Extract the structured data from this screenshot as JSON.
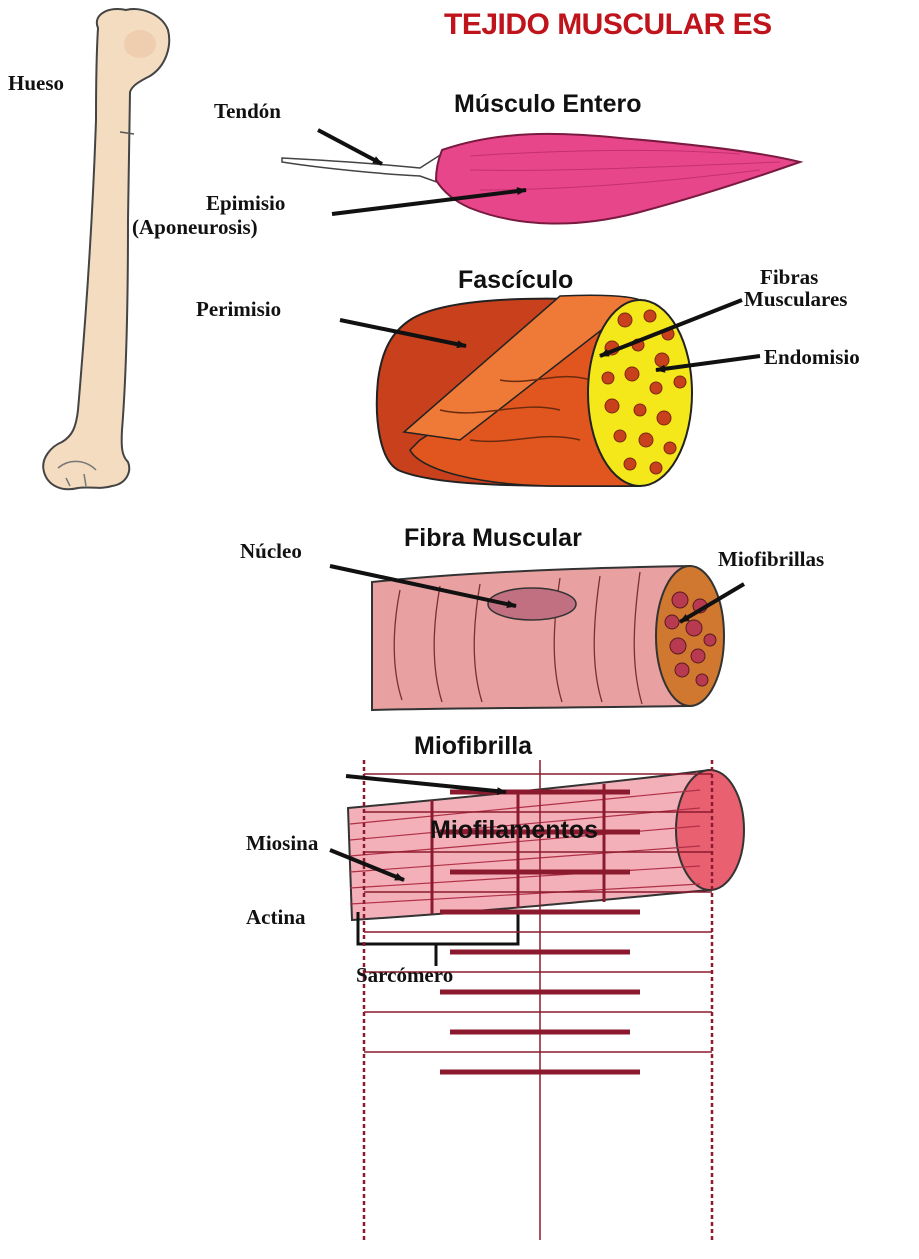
{
  "title": "TEJIDO MUSCULAR ES",
  "sections": {
    "musculo_entero": "Músculo Entero",
    "fasciculo": "Fascículo",
    "fibra_muscular": "Fibra Muscular",
    "miofibrilla": "Miofibrilla",
    "miofilamentos": "Miofilamentos"
  },
  "labels": {
    "hueso": "Hueso",
    "tendon": "Tendón",
    "epimisio": "Epimisio",
    "aponeurosis": "(Aponeurosis)",
    "perimisio": "Perimisio",
    "fibras": "Fibras",
    "musculares": "Musculares",
    "endomisio": "Endomisio",
    "nucleo": "Núcleo",
    "miofibrillas": "Miofibrillas",
    "sarcomero": "Sarcómero",
    "miosina": "Miosina",
    "actina": "Actina"
  },
  "colors": {
    "title": "#c0141c",
    "bone": "#f3dcc0",
    "muscle": "#e8468a",
    "fascicle": "#e0561e",
    "endomysium": "#f5e81a",
    "fiber": "#e8a0a0",
    "filament": "#8b1a2e"
  }
}
